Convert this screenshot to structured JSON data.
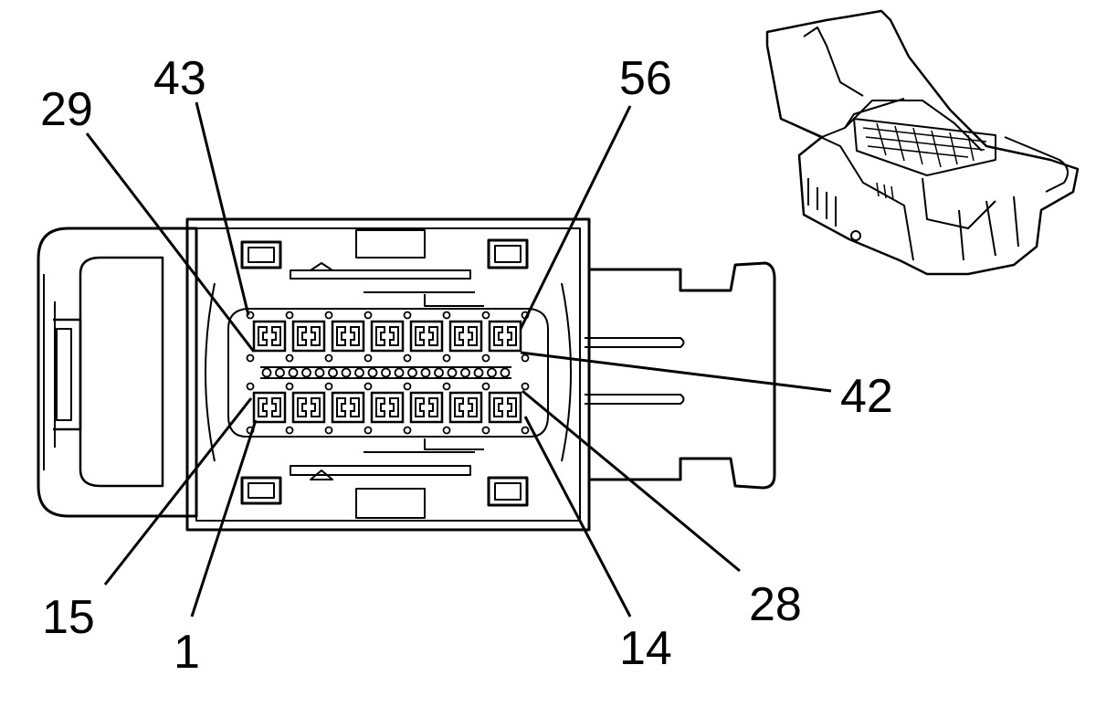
{
  "pin_labels": {
    "p29": "29",
    "p43": "43",
    "p56": "56",
    "p42": "42",
    "p15": "15",
    "p1": "1",
    "p14": "14",
    "p28": "28"
  },
  "connector": {
    "pins_per_row": 7
  }
}
